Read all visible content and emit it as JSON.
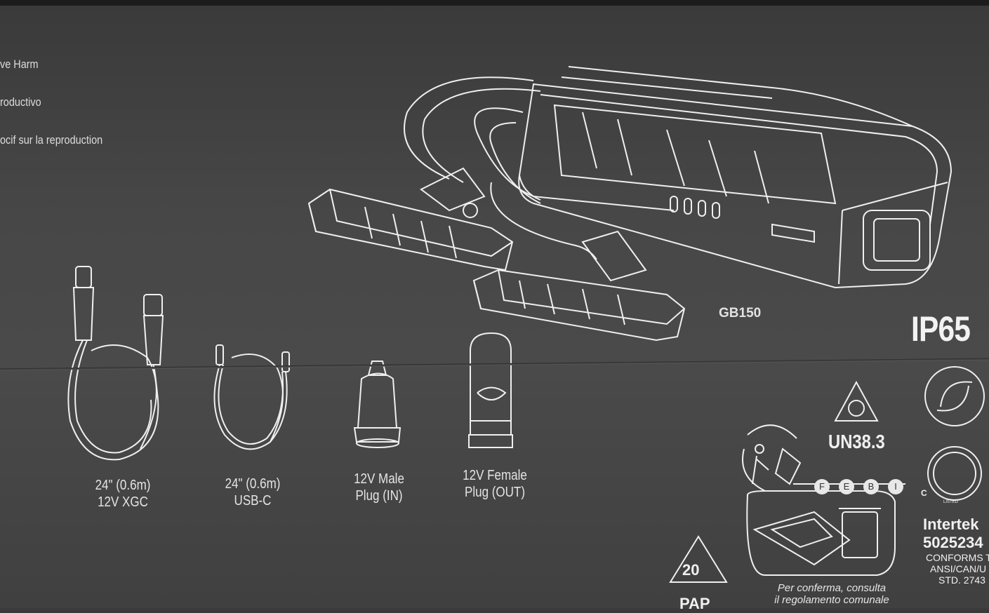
{
  "warnings": [
    "ve Harm",
    "roductivo",
    "ocif sur la reproduction"
  ],
  "product": {
    "model": "GB150",
    "rating": "IP65"
  },
  "accessories": [
    {
      "line1": "24\" (0.6m)",
      "line2": "12V XGC"
    },
    {
      "line1": "24\" (0.6m)",
      "line2": "USB-C"
    },
    {
      "line1": "12V Male",
      "line2": "Plug (IN)"
    },
    {
      "line1": "12V Female",
      "line2": "Plug (OUT)"
    }
  ],
  "certifications": {
    "un": "UN38.3",
    "intertek": "Intertek",
    "number": "5025234",
    "conforms": "CONFORMS T",
    "standard1": "ANSI/CAN/U",
    "standard2": "STD. 2743",
    "etl_c": "C",
    "etl_listed": "LISTED"
  },
  "recycling": {
    "letters": [
      "F",
      "E",
      "B",
      "I"
    ],
    "note_line1": "Per conferma, consulta",
    "note_line2": "il regolamento comunale",
    "pap_number": "20",
    "pap_label": "PAP"
  },
  "colors": {
    "background": "#454545",
    "line_art": "#f0f0f0"
  }
}
